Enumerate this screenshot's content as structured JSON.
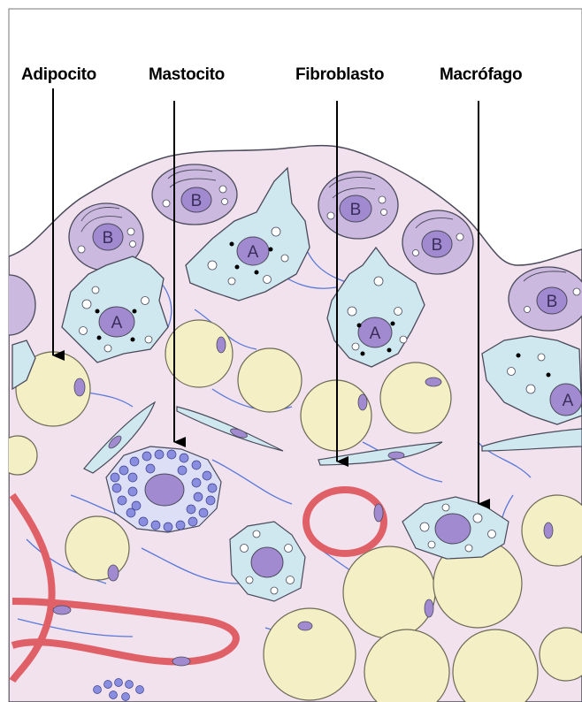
{
  "labels": {
    "adipocito": "Adipocito",
    "mastocito": "Mastocito",
    "fibroblasto": "Fibroblasto",
    "macrofago": "Macrófago"
  },
  "nucleus_letters": {
    "a": "A",
    "b": "B"
  },
  "colors": {
    "tissue": "#f1e2ee",
    "tissue_edge": "#4a4a5a",
    "cell_a_fill": "#cfe8f0",
    "cell_b_fill": "#cbb9e0",
    "nucleus": "#a18ad0",
    "adipocyte": "#f4efc4",
    "vessel": "#e06068",
    "mast_granule": "#8a8ee0",
    "fiber": "#5a78d8",
    "arrow": "#000000"
  }
}
